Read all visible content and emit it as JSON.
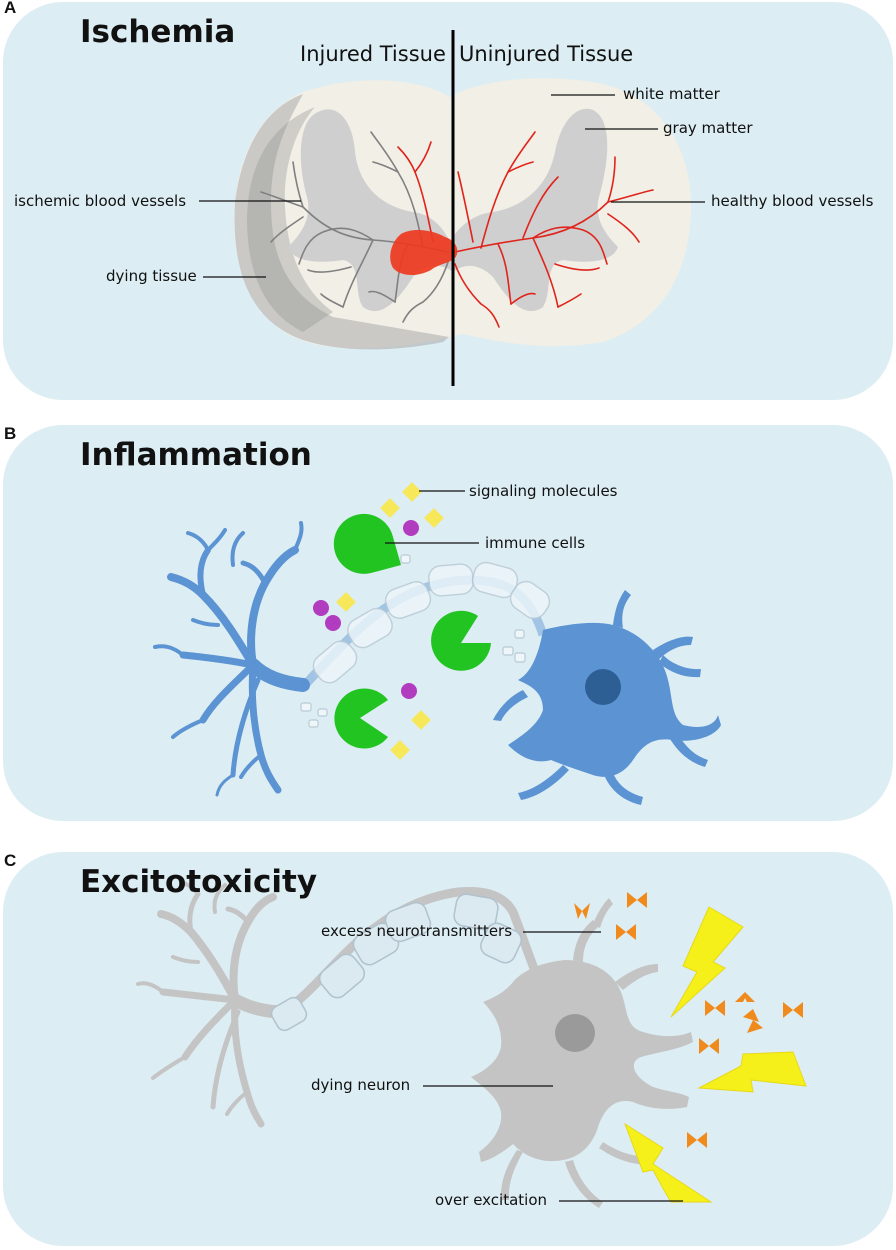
{
  "panels": {
    "a": {
      "letter": "A",
      "title": "Ischemia",
      "left_header": "Injured Tissue",
      "right_header": "Uninjured Tissue",
      "labels": {
        "white_matter": "white matter",
        "gray_matter": "gray matter",
        "ischemic_vessels": "ischemic blood vessels",
        "healthy_vessels": "healthy blood vessels",
        "dying_tissue": "dying tissue"
      }
    },
    "b": {
      "letter": "B",
      "title": "Inflammation",
      "labels": {
        "signaling_molecules": "signaling molecules",
        "immune_cells": "immune cells"
      }
    },
    "c": {
      "letter": "C",
      "title": "Excitotoxicity",
      "labels": {
        "excess_neurotransmitters": "excess neurotransmitters",
        "dying_neuron": "dying neuron",
        "over_excitation": "over excitation"
      }
    }
  },
  "colors": {
    "panel_bg": "#dcedf3",
    "white_matter": "#f1efe6",
    "gray_matter": "#cfcfcf",
    "healthy_vessel": "#e0241b",
    "ischemic_vessel": "#808080",
    "injury_core": "#ee3b1f",
    "neuron_blue": "#5b93d3",
    "immune_cell": "#22c422",
    "molecule": "#f7e85a",
    "purple_dot": "#b23cc0",
    "dying_neuron": "#c4c4c4",
    "neurotransmitter": "#f08a1c",
    "lightning": "#f5f01a"
  }
}
